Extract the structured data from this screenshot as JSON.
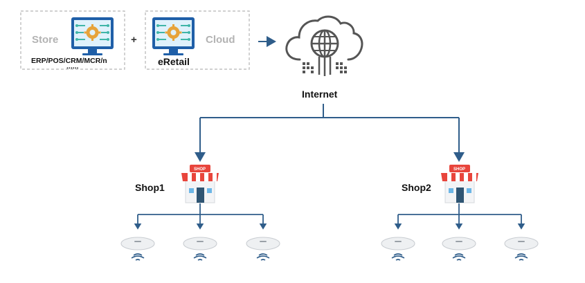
{
  "store_box": {
    "label": "Store",
    "caption": "ERP/POS/CRM/MCR/n",
    "ellipsis": "......"
  },
  "plus_sign": "+",
  "cloud_box": {
    "label": "Cloud",
    "caption": "eRetail"
  },
  "internet": {
    "label": "Internet"
  },
  "shops": [
    {
      "label": "Shop1",
      "sign": "SHOP"
    },
    {
      "label": "Shop2",
      "sign": "SHOP"
    }
  ],
  "colors": {
    "line": "#2f5d8a",
    "monitor_frame": "#1f5fa8",
    "monitor_screen": "#dff1fb",
    "circuit": "#3fb5a8",
    "gear": "#e7a33a",
    "shop_roof": "#e8453c",
    "shop_body": "#f3f4f6",
    "shop_door": "#2f5573",
    "shop_window": "#6cb6e6",
    "icon_gray": "#555555",
    "box_border": "#b5b5b5"
  },
  "icons": {
    "store_monitor": "computer-monitor-icon",
    "cloud_monitor": "computer-monitor-icon",
    "internet": "cloud-globe-icon",
    "shop": "shop-storefront-icon",
    "access_point": "wireless-access-point-icon"
  }
}
